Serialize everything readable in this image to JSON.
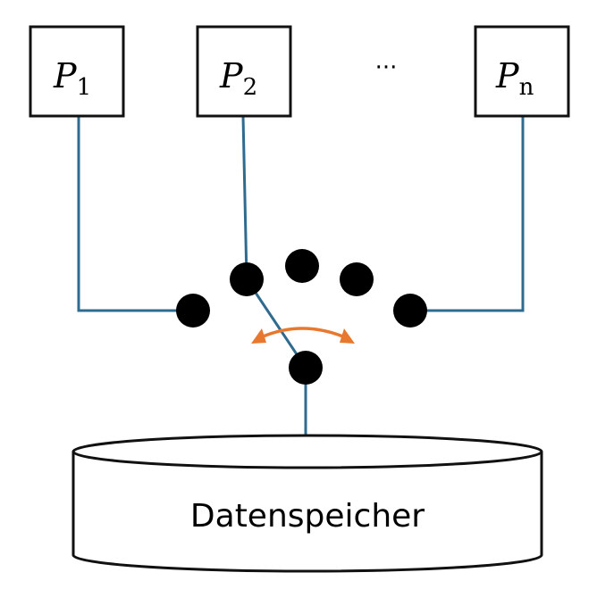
{
  "processes": [
    {
      "letter": "P",
      "index": "1"
    },
    {
      "letter": "P",
      "index": "2"
    },
    {
      "letter": "P",
      "index": "n"
    }
  ],
  "ellipsis": "···",
  "storage": {
    "label": "Datenspeicher"
  },
  "colors": {
    "line": "#2f6b8f",
    "arrow": "#e8782e",
    "node": "#000000",
    "box_stroke": "#111111"
  },
  "switch": {
    "node_count": 6,
    "active_input": 2,
    "arrow": "double-headed-curved"
  }
}
